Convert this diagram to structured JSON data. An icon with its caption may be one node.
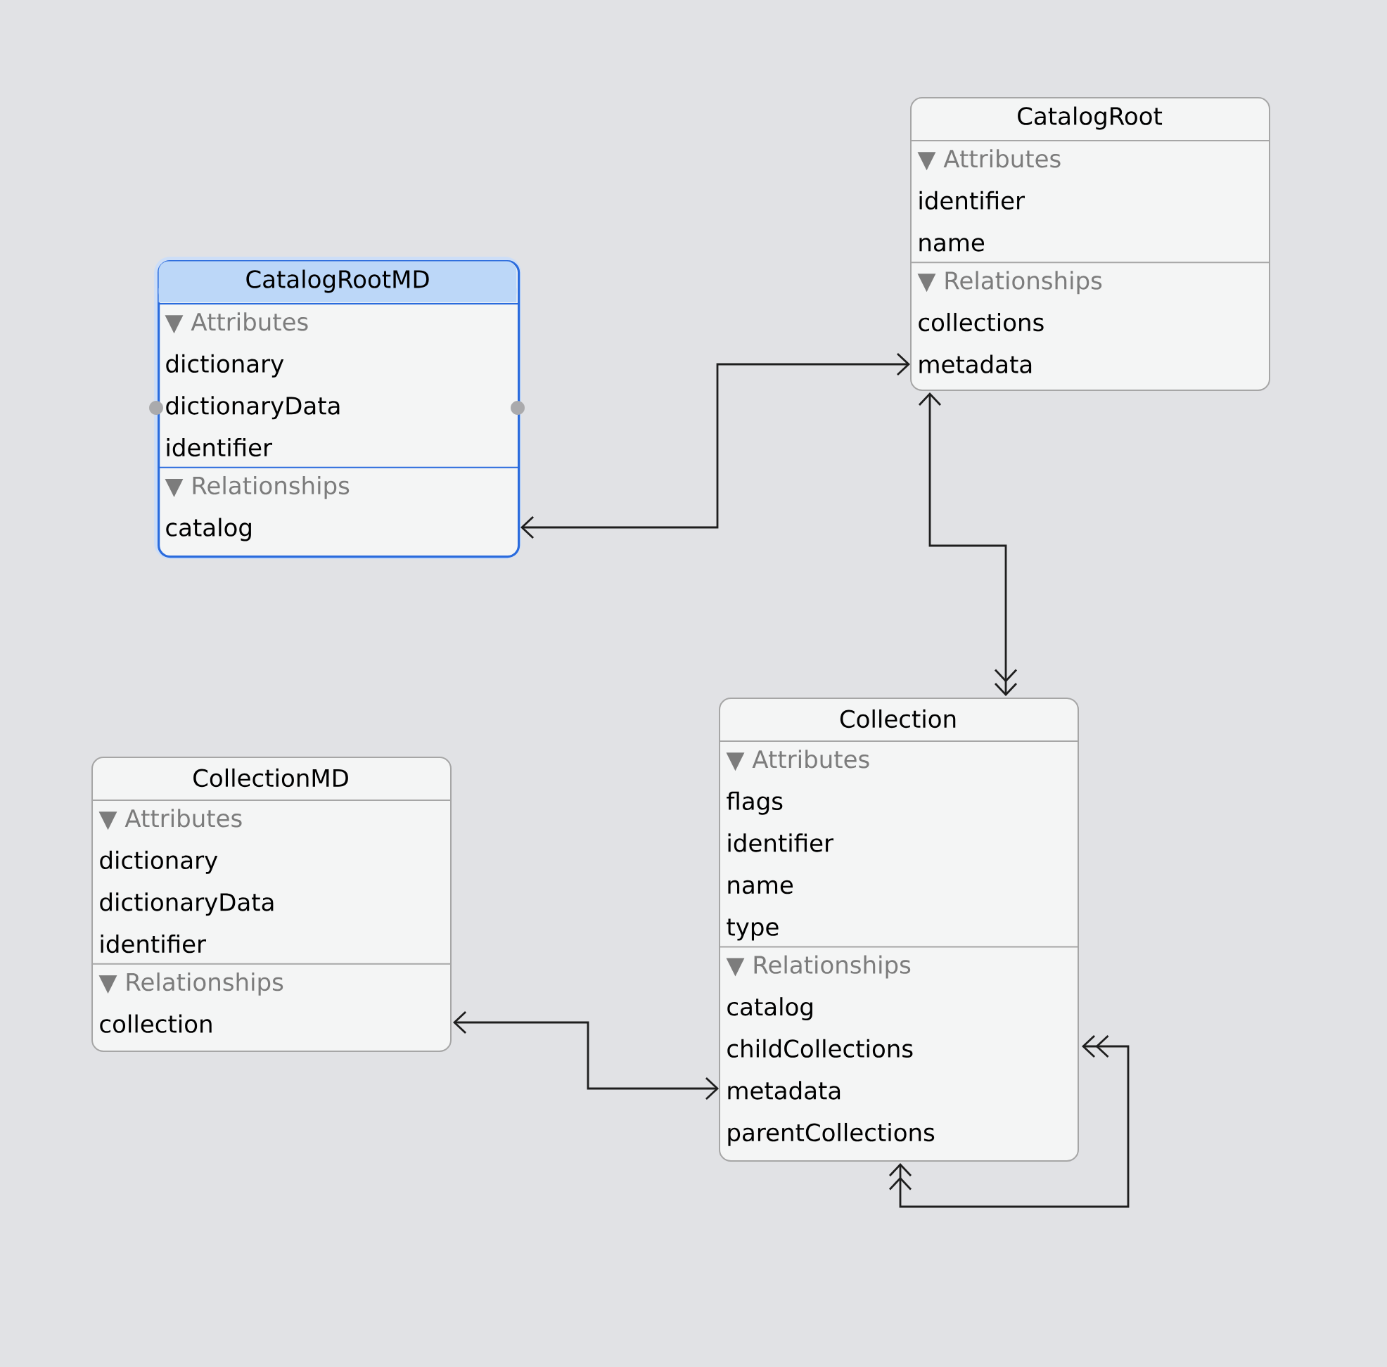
{
  "diagram": {
    "nodes": [
      {
        "text": [
          "CatalogRoot",
          "▼ Attributes",
          "identifier",
          "name",
          "▼ Relationships",
          "collections",
          "metadata"
        ]
      },
      {
        "text": [
          "CatalogRootMD",
          "▼ Attributes",
          "dictionary",
          "dictionaryData",
          "identifier",
          "▼ Relationships",
          "catalog"
        ]
      },
      {
        "text": [
          "Collection",
          "▼ Attributes",
          "flags",
          "identifier",
          "name",
          "type",
          "▼ Relationships",
          "catalog",
          "childCollections",
          "metadata",
          "parentCollections"
        ]
      },
      {
        "text": [
          "CollectionMD",
          "▼ Attributes",
          "dictionary",
          "dictionaryData",
          "identifier",
          "▼ Relationships",
          "collection"
        ]
      }
    ],
    "edges": [
      {
        "from": 1,
        "to": 0,
        "arrow": "both"
      },
      {
        "from": 0,
        "to": 2,
        "arrow": "both"
      },
      {
        "from": 3,
        "to": 2,
        "arrow": "both"
      },
      {
        "from": 2,
        "to": 2,
        "arrow": "both"
      }
    ]
  }
}
